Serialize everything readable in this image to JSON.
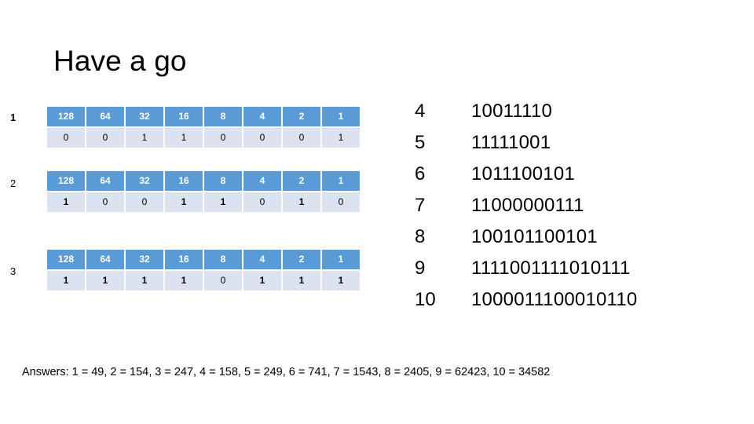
{
  "slide": {
    "title": "Have a go",
    "background_color": "#ffffff"
  },
  "theme": {
    "header_cell_color": "#5b9bd5",
    "data_cell_color": "#dce3f0",
    "header_text_color": "#ffffff",
    "body_text_color": "#000000"
  },
  "exercise_tables": {
    "place_value_headers": [
      "128",
      "64",
      "32",
      "16",
      "8",
      "4",
      "2",
      "1"
    ],
    "rows": [
      {
        "number": "1",
        "headers": [
          "128",
          "64",
          "32",
          "16",
          "8",
          "4",
          "2",
          "1"
        ],
        "bits": [
          "0",
          "0",
          "1",
          "1",
          "0",
          "0",
          "0",
          "1"
        ]
      },
      {
        "number": "2",
        "headers": [
          "128",
          "64",
          "32",
          "16",
          "8",
          "4",
          "2",
          "1"
        ],
        "bits": [
          "1",
          "0",
          "0",
          "1",
          "1",
          "0",
          "1",
          "0"
        ]
      },
      {
        "number": "3",
        "headers": [
          "128",
          "64",
          "32",
          "16",
          "8",
          "4",
          "2",
          "1"
        ],
        "bits": [
          "1",
          "1",
          "1",
          "1",
          "0",
          "1",
          "1",
          "1"
        ]
      }
    ]
  },
  "binary_list": {
    "items": [
      {
        "number": "4",
        "bits": "10011110"
      },
      {
        "number": "5",
        "bits": "11111001"
      },
      {
        "number": "6",
        "bits": "1011100101"
      },
      {
        "number": "7",
        "bits": "11000000111"
      },
      {
        "number": "8",
        "bits": "100101100101"
      },
      {
        "number": "9",
        "bits": "1111001111010111"
      },
      {
        "number": "10",
        "bits": "1000011100010110"
      }
    ]
  },
  "answers": {
    "text": "Answers: 1 = 49, 2 = 154, 3 = 247, 4 = 158, 5 = 249, 6 = 741, 7 = 1543, 8 = 2405, 9 = 62423, 10 = 34582",
    "values": {
      "1": "49",
      "2": "154",
      "3": "247",
      "4": "158",
      "5": "249",
      "6": "741",
      "7": "1543",
      "8": "2405",
      "9": "62423",
      "10": "34582"
    }
  }
}
